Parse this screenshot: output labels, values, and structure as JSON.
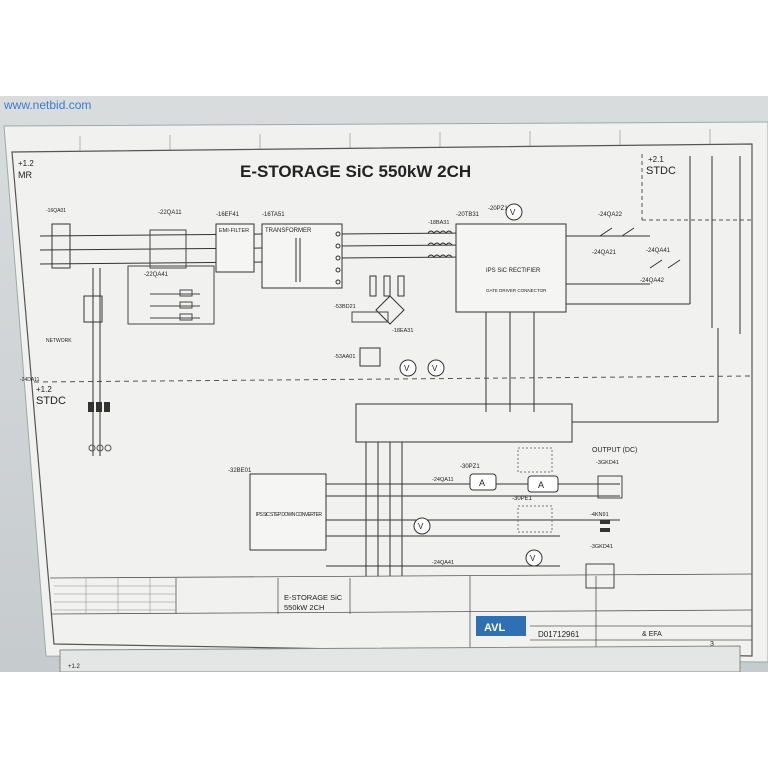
{
  "watermark": "www.netbid.com",
  "sheet": {
    "title": "E-STORAGE SiC 550kW 2CH",
    "section_top_label": "MR",
    "section_top_ref": "+1.2",
    "section_mid_ref": "+1.2",
    "section_mid_label": "STDC",
    "section_right_ref": "+2.1",
    "section_right_label": "STDC",
    "bottom_ref": "+1.2"
  },
  "components": {
    "emi_filter": {
      "tag": "-16EF41",
      "label": "EMI-FILTER"
    },
    "transformer": {
      "tag": "-16TA51",
      "label": "TRANSFORMER"
    },
    "rectifier": {
      "tag": "-20TB31",
      "label": "IPS SiC RECTIFIER",
      "sub": "GATE DRIVER CONNECTOR"
    },
    "converter": {
      "tag": "-32BE01",
      "label": "IPS SiC STEP DOWN CONVERTER"
    },
    "meter_top": "-20PZ1",
    "contactor_22": "-22QA11",
    "contactor_22b": "-22QA41",
    "sw_24a": "-24QA22",
    "sw_24b": "-24QA41",
    "sw_24c": "-24QA21",
    "sw_24d": "-24QA42",
    "sw_24qa11": "-24QA11",
    "sw_24qa41": "-24QA41",
    "ba_18": "-18BA31",
    "ea_18": "-18EA31",
    "pz_30": "-30PZ1",
    "pe_30": "-30PE1",
    "b_53": "-53BD21",
    "a_53": "-53AA01",
    "output": "OUTPUT (DC)",
    "out_1": "-3GKD41",
    "out_2": "-4KN91",
    "out_3": "-3GKD41"
  },
  "titleblock": {
    "project": "E-STORAGE SiC",
    "project_sub": "550kW 2CH",
    "company": "AVL",
    "drawing_no": "D01712961",
    "revision": "& EFA",
    "sheet": "3"
  }
}
